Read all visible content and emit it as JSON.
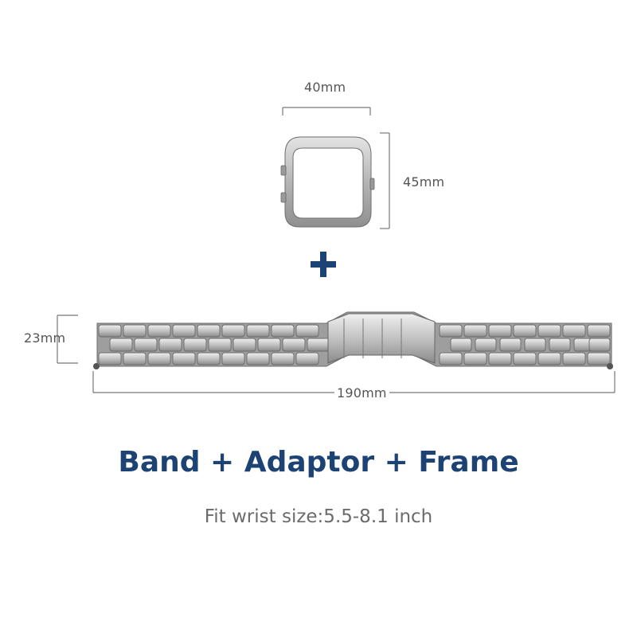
{
  "frame": {
    "width_label": "40mm",
    "height_label": "45mm"
  },
  "band": {
    "width_label": "23mm",
    "length_label": "190mm"
  },
  "headline": "Band + Adaptor + Frame",
  "subtext": "Fit wrist size:5.5-8.1 inch",
  "colors": {
    "headline": "#1d4374",
    "plus": "#1d4374",
    "metal": "#a8a8a8",
    "dimension_line": "#777777"
  },
  "icons": {
    "plus": "plus-icon",
    "frame": "watch-frame-icon",
    "band": "metal-band-icon"
  }
}
